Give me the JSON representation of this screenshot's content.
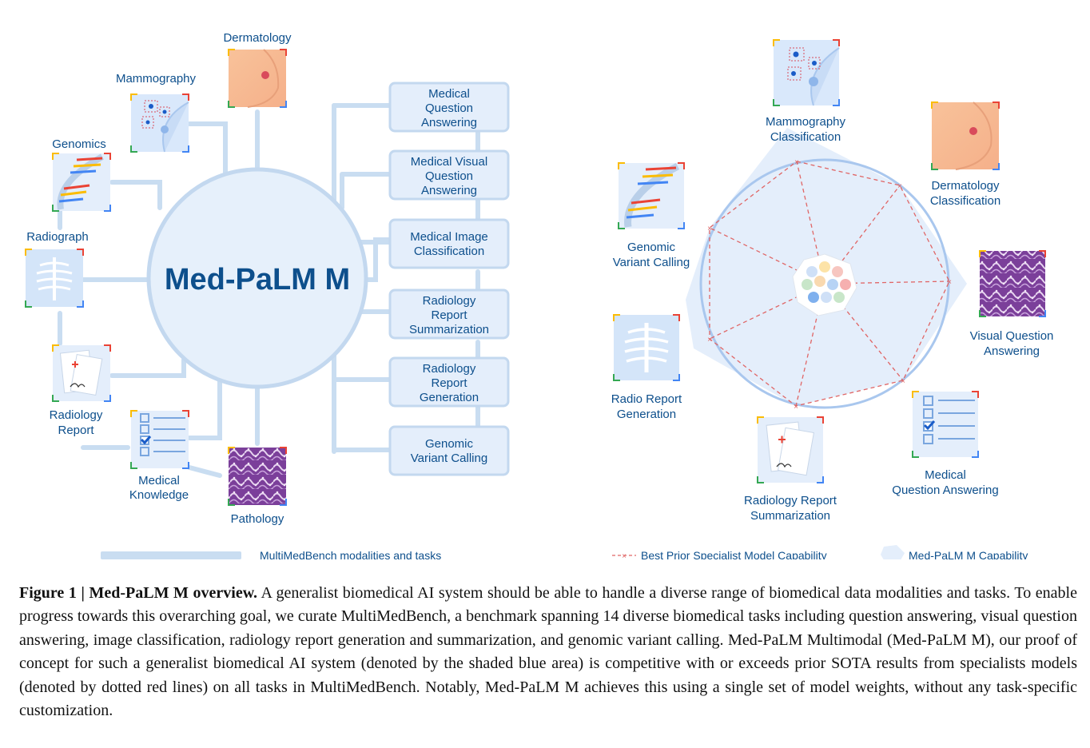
{
  "left_panel": {
    "center_title": "Med-PaLM M",
    "modalities": [
      "Dermatology",
      "Mammography",
      "Genomics",
      "Radiograph",
      "Radiology Report",
      "Medical Knowledge",
      "Pathology"
    ],
    "tasks": [
      "Medical Question Answering",
      "Medical Visual Question Answering",
      "Medical Image Classification",
      "Radiology Report Summarization",
      "Radiology Report Generation",
      "Genomic Variant Calling"
    ]
  },
  "right_panel": {
    "tasks": [
      "Mammography Classification",
      "Dermatology Classification",
      "Visual Question Answering",
      "Medical Question Answering",
      "Radiology Report Summarization",
      "Radio Report Generation",
      "Genomic Variant Calling"
    ]
  },
  "legend": {
    "band_label": "MultiMedBench modalities and tasks",
    "specialist_label": "Best Prior Specialist Model Capability",
    "medpalm_label": "Med-PaLM M Capability"
  },
  "colors": {
    "text": "#0d4f8c",
    "connector": "#c9ddf1",
    "tile": "#e4eefb",
    "red_dash": "#e06666"
  },
  "caption": {
    "lead": "Figure 1 | Med-PaLM M overview.",
    "body": "A generalist biomedical AI system should be able to handle a diverse range of biomedical data modalities and tasks. To enable progress towards this overarching goal, we curate MultiMedBench, a benchmark spanning 14 diverse biomedical tasks including question answering, visual question answering, image classification, radiology report generation and summarization, and genomic variant calling. Med-PaLM Multimodal (Med-PaLM M), our proof of concept for such a generalist biomedical AI system (denoted by the shaded blue area) is competitive with or exceeds prior SOTA results from specialists models (denoted by dotted red lines) on all tasks in MultiMedBench. Notably, Med-PaLM M achieves this using a single set of model weights, without any task-specific customization."
  }
}
